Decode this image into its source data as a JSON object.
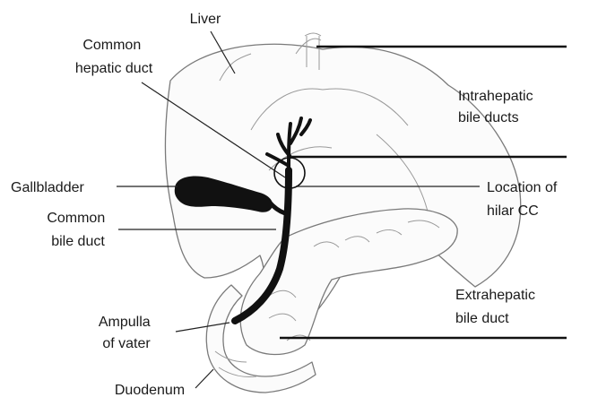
{
  "labels": {
    "liver": "Liver",
    "common_hepatic_duct": [
      "Common",
      "hepatic duct"
    ],
    "intrahepatic_bile_ducts": [
      "Intrahepatic",
      "bile ducts"
    ],
    "gallbladder": "Gallbladder",
    "location_of_hilar_cc": [
      "Location of",
      "hilar CC"
    ],
    "common_bile_duct": [
      "Common",
      "bile duct"
    ],
    "extrahepatic_bile_duct": [
      "Extrahepatic",
      "bile duct"
    ],
    "ampulla_of_vater": [
      "Ampulla",
      "of vater"
    ],
    "duodenum": "Duodenum"
  },
  "colors": {
    "ink": "#1a1a1a",
    "duct": "#111111",
    "organ_outline": "#7a7a7a",
    "background": "#ffffff"
  }
}
